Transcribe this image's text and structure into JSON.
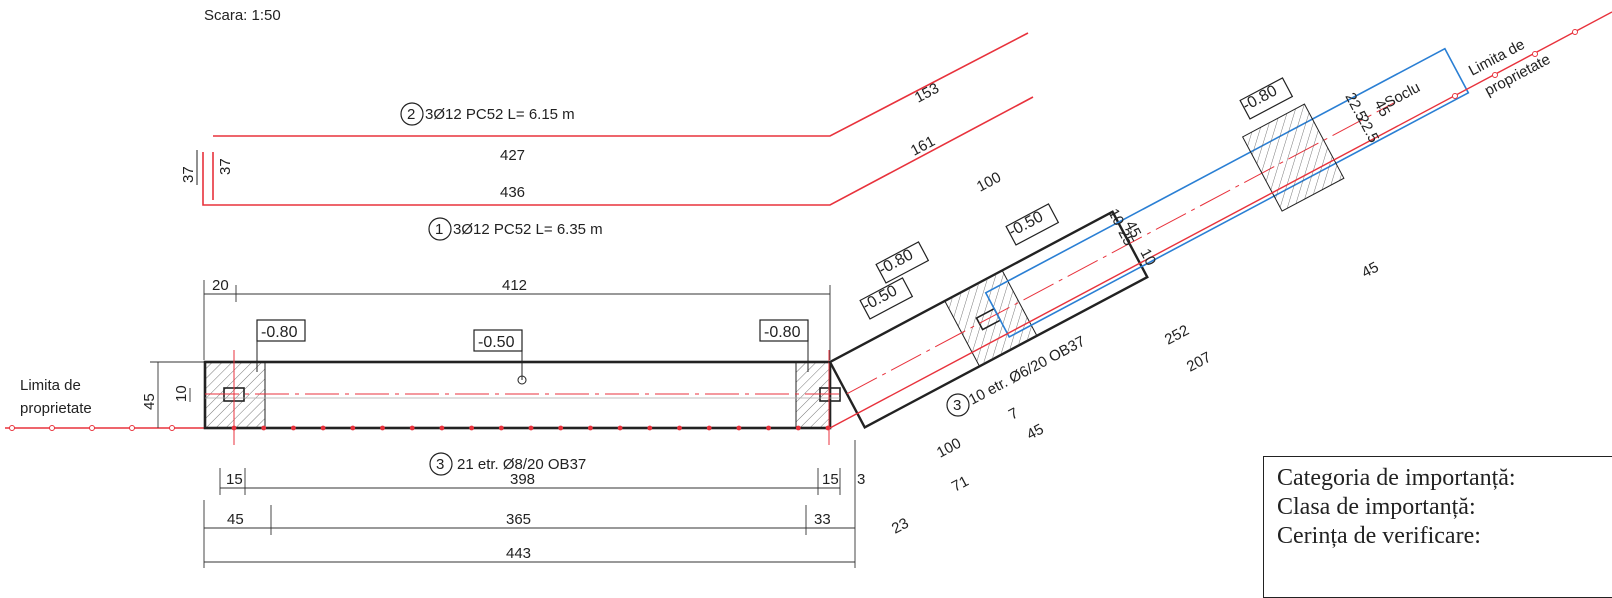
{
  "scale": "Scara: 1:50",
  "limit_left": [
    "Limita de",
    "proprietate"
  ],
  "limit_right": [
    "Limita de",
    "proprietate"
  ],
  "soclu": "Soclu",
  "rebar2": {
    "num": "2",
    "label": "3Ø12 PC52 L= 6.15 m"
  },
  "rebar1": {
    "num": "1",
    "label": "3Ø12 PC52 L= 6.35 m"
  },
  "rebar3a": {
    "num": "3",
    "label": "21 etr. Ø8/20  OB37"
  },
  "rebar3b": {
    "num": "3",
    "label": "10 etr. Ø6/20  OB37"
  },
  "levels": {
    "l1": "-0.80",
    "l2": "-0.50",
    "l3": "-0.80",
    "l4": "-0.80",
    "l5": "-0.50",
    "l6": "-0.50",
    "l7": "-0.80"
  },
  "dims": {
    "d37a": "37",
    "d37b": "37",
    "d427": "427",
    "d436": "436",
    "d153": "153",
    "d161": "161",
    "d20": "20",
    "d412": "412",
    "d45v": "45",
    "d10v": "10",
    "d15a": "15",
    "d398": "398",
    "d15b": "15",
    "d3": "3",
    "d45a": "45",
    "d365": "365",
    "d33": "33",
    "d443": "443",
    "d100top": "100",
    "d45diag": "45",
    "d10diag": "10",
    "d25diag": "25",
    "d10bdiag": "10",
    "d45right": "45",
    "d22": "22.5",
    "d225": "22.5",
    "d45r2": "45",
    "d252": "252",
    "d207": "207",
    "d100b": "100",
    "d45b": "45",
    "d71": "71",
    "d23": "23",
    "d7": "7",
    "eq": "="
  },
  "title_box": [
    "Categoria de importanță:",
    "Clasa de importanță:",
    "Cerința de verificare:"
  ]
}
